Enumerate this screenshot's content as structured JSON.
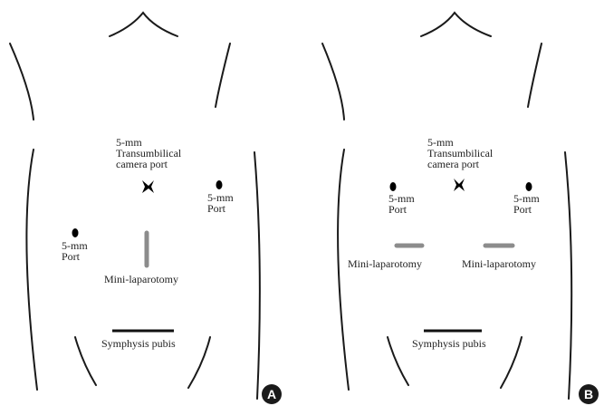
{
  "colors": {
    "outline": "#1a1a1a",
    "port": "#000000",
    "incision": "#8c8c8c",
    "pubis": "#111111",
    "badge": "#1a1a1a"
  },
  "panel_a": {
    "badge": "A",
    "camera_port": {
      "line1": "5-mm",
      "line2": "Transumbilical",
      "line3": "camera port"
    },
    "right_port": {
      "line1": "5-mm",
      "line2": "Port"
    },
    "left_port": {
      "line1": "5-mm",
      "line2": "Port"
    },
    "incision_label": "Mini-laparotomy",
    "pubis_label": "Symphysis pubis"
  },
  "panel_b": {
    "badge": "B",
    "camera_port": {
      "line1": "5-mm",
      "line2": "Transumbilical",
      "line3": "camera port"
    },
    "left_port": {
      "line1": "5-mm",
      "line2": "Port"
    },
    "right_port": {
      "line1": "5-mm",
      "line2": "Port"
    },
    "incision_left_label": "Mini-laparotomy",
    "incision_right_label": "Mini-laparotomy",
    "pubis_label": "Symphysis pubis"
  }
}
